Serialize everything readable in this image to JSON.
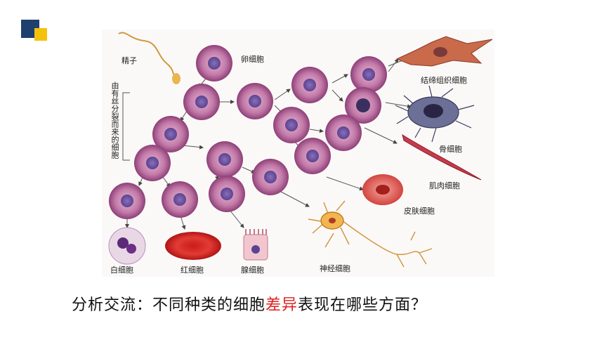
{
  "logo": {
    "colors": {
      "blue": "#1f3f6e",
      "yellow": "#f4c20d"
    }
  },
  "diagram": {
    "labels": {
      "sperm": "精子",
      "egg": "卵细胞",
      "division_note": "由有丝分裂而来的细胞",
      "connective": "结缔组织细胞",
      "bone": "骨细胞",
      "muscle": "肌肉细胞",
      "skin": "皮肤细胞",
      "white_blood": "白细胞",
      "red_blood": "红细胞",
      "gland": "腺细胞",
      "nerve": "神经细胞"
    }
  },
  "question": {
    "part1": "分析交流：不同种类的细胞",
    "highlight": "差异",
    "part2": "表现在哪些方面？",
    "highlight_color": "#e02020"
  }
}
